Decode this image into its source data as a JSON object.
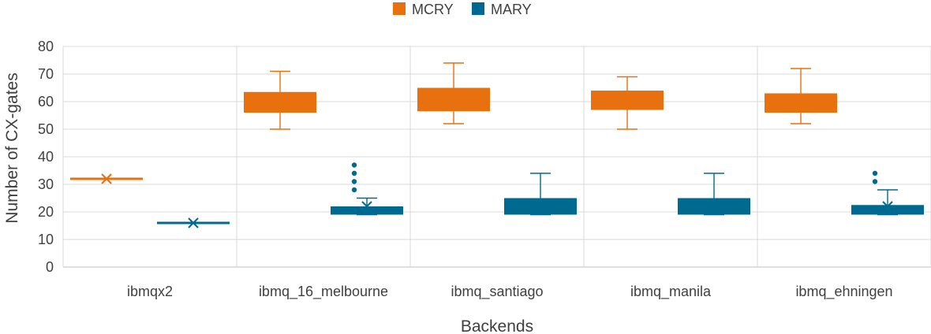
{
  "chart_data": {
    "type": "box",
    "xlabel": "Backends",
    "ylabel": "Number of CX-gates",
    "ylim": [
      0,
      80
    ],
    "yticks": [
      0,
      10,
      20,
      30,
      40,
      50,
      60,
      70,
      80
    ],
    "grid": true,
    "legend": "top-center",
    "categories": [
      "ibmqx2",
      "ibmq_16_melbourne",
      "ibmq_santiago",
      "ibmq_manila",
      "ibmq_ehningen"
    ],
    "series": [
      {
        "name": "MCRY",
        "color": "#e8700f",
        "boxes": [
          {
            "min": 32,
            "q1": 32,
            "median": 32,
            "q3": 32,
            "max": 32,
            "mean": 32,
            "outliers": []
          },
          {
            "min": 50,
            "q1": 56,
            "median": 60,
            "q3": 63.5,
            "max": 71,
            "mean": 60,
            "outliers": []
          },
          {
            "min": 52,
            "q1": 56.5,
            "median": 61,
            "q3": 65,
            "max": 74,
            "mean": 61,
            "outliers": []
          },
          {
            "min": 50,
            "q1": 57,
            "median": 61,
            "q3": 64,
            "max": 69,
            "mean": 61,
            "outliers": []
          },
          {
            "min": 52,
            "q1": 56,
            "median": 60,
            "q3": 63,
            "max": 72,
            "mean": 60,
            "outliers": []
          }
        ]
      },
      {
        "name": "MARY",
        "color": "#00698f",
        "boxes": [
          {
            "min": 16,
            "q1": 16,
            "median": 16,
            "q3": 16,
            "max": 16,
            "mean": 16,
            "outliers": []
          },
          {
            "min": 19,
            "q1": 19,
            "median": 20,
            "q3": 22,
            "max": 25,
            "mean": 22,
            "outliers": [
              28,
              31,
              34,
              37
            ]
          },
          {
            "min": 19,
            "q1": 19,
            "median": 21,
            "q3": 25,
            "max": 34,
            "mean": 21,
            "outliers": []
          },
          {
            "min": 19,
            "q1": 19,
            "median": 21,
            "q3": 25,
            "max": 34,
            "mean": 21,
            "outliers": []
          },
          {
            "min": 19,
            "q1": 19,
            "median": 20,
            "q3": 22.5,
            "max": 28,
            "mean": 22,
            "outliers": [
              31,
              34
            ]
          }
        ]
      }
    ]
  }
}
